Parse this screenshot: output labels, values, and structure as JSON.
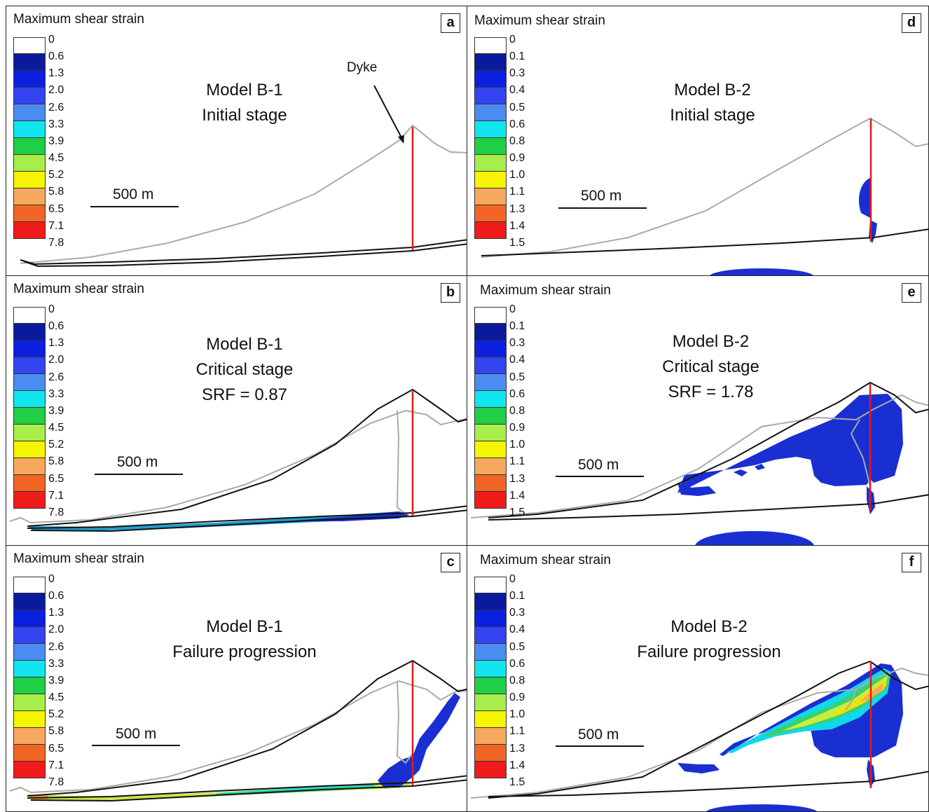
{
  "legend_title": "Maximum shear strain",
  "scale_label": "500 m",
  "dyke_label": "Dyke",
  "colors": [
    "#ffffff",
    "#0b1a9c",
    "#0a1fe0",
    "#3344f0",
    "#4a8cf2",
    "#11e6ee",
    "#1fcf45",
    "#a8ee4a",
    "#f5f500",
    "#f5a85e",
    "#f26524",
    "#f01b1b"
  ],
  "scale_b1": [
    "0",
    "0.6",
    "1.3",
    "2.0",
    "2.6",
    "3.3",
    "3.9",
    "4.5",
    "5.2",
    "5.8",
    "6.5",
    "7.1",
    "7.8"
  ],
  "scale_b2": [
    "0",
    "0.1",
    "0.3",
    "0.4",
    "0.5",
    "0.6",
    "0.8",
    "0.9",
    "1.0",
    "1.1",
    "1.3",
    "1.4",
    "1.5"
  ],
  "panels": {
    "a": {
      "letter": "a",
      "line1": "Model B-1",
      "line2": "Initial stage",
      "line3": ""
    },
    "b": {
      "letter": "b",
      "line1": "Model B-1",
      "line2": "Critical stage",
      "line3": "SRF = 0.87"
    },
    "c": {
      "letter": "c",
      "line1": "Model B-1",
      "line2": "Failure progression",
      "line3": ""
    },
    "d": {
      "letter": "d",
      "line1": "Model B-2",
      "line2": "Initial stage",
      "line3": ""
    },
    "e": {
      "letter": "e",
      "line1": "Model B-2",
      "line2": "Critical stage",
      "line3": "SRF = 1.78"
    },
    "f": {
      "letter": "f",
      "line1": "Model B-2",
      "line2": "Failure progression",
      "line3": ""
    }
  }
}
